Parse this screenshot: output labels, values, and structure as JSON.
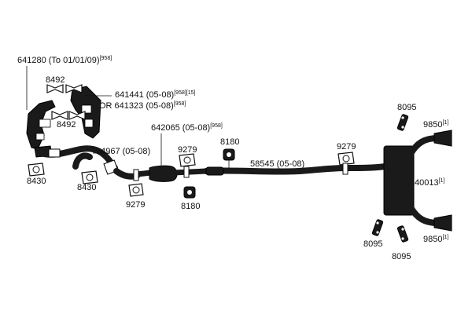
{
  "diagram": {
    "colors": {
      "parts": "#1a1a1a",
      "background": "#ffffff",
      "text": "#111111"
    },
    "labels": {
      "l641280": "641280 (To 01/01/09)",
      "l641280_sup": "[958]",
      "l8492_top": "8492",
      "l641441": "641441 (05-08)",
      "l641441_sup": "[958][15]",
      "l641323": "OR 641323 (05-08)",
      "l641323_sup": "[958]",
      "l8492_mid": "8492",
      "l642065": "642065 (05-08)",
      "l642065_sup": "[958]",
      "l94967": "94967 (05-08)",
      "l9279_a": "9279",
      "l8180_top": "8180",
      "l58545": "58545 (05-08)",
      "l9279_b": "9279",
      "l8095_top": "8095",
      "l9850_top": "9850",
      "l9850_top_sup": "[1]",
      "l40013": "40013",
      "l40013_sup": "[1]",
      "l8430_a": "8430",
      "l8430_b": "8430",
      "l9279_c": "9279",
      "l8180_bot": "8180",
      "l8095_bl": "8095",
      "l8095_br": "8095",
      "l9850_bot": "9850",
      "l9850_bot_sup": "[1]"
    }
  }
}
